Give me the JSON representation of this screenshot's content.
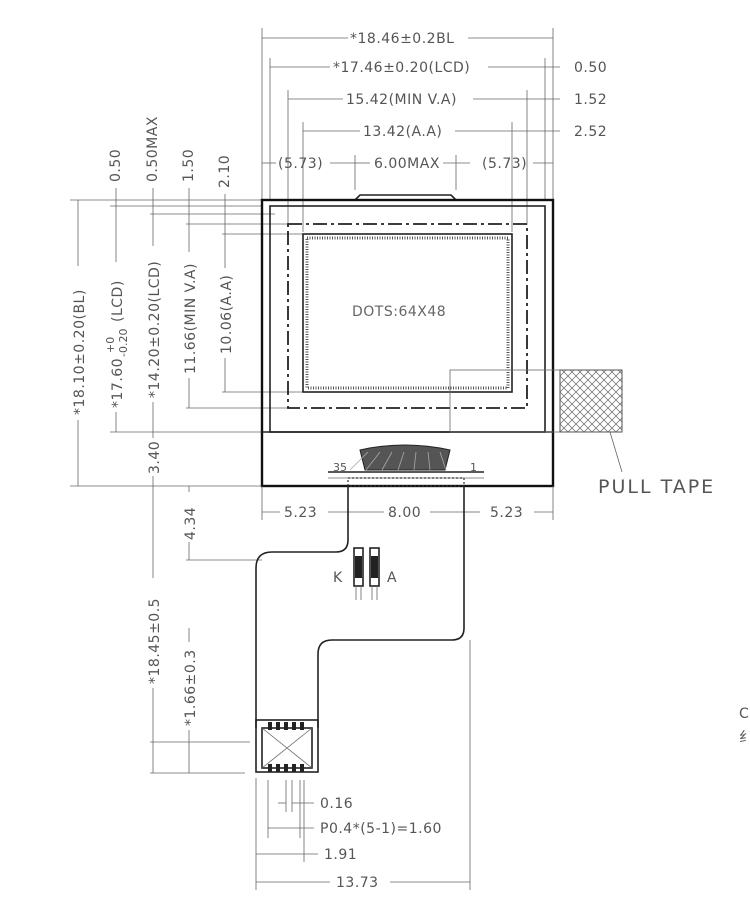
{
  "top_dims": {
    "bl_width": "*18.46±0.2BL",
    "lcd_width": "*17.46±0.20(LCD)",
    "min_va_width": "15.42(MIN V.A)",
    "aa_width": "13.42(A.A)",
    "left_margin": "(5.73)",
    "center_max": "6.00MAX",
    "right_margin": "(5.73)",
    "r_050": "0.50",
    "r_152": "1.52",
    "r_252": "2.52"
  },
  "left_vertical_dims": {
    "v_050": "0.50",
    "v_050max": "0.50MAX",
    "v_150": "1.50",
    "v_210": "2.10",
    "bl_height": "*18.10±0.20(BL)",
    "lcd_height_prefix": "*17.60",
    "lcd_tol_plus": "+0",
    "lcd_tol_minus": "-0.20",
    "lcd_height_suffix": "(LCD)",
    "min_va_height": "*14.20±0.20(LCD)",
    "va_height": "11.66(MIN V.A)",
    "aa_height": "10.06(A.A)",
    "v_340": "3.40",
    "v_434": "4.34",
    "fpc_length": "*18.45±0.5",
    "fpc_tail": "*1.66±0.3"
  },
  "display": {
    "dots_label": "DOTS:64X48",
    "pin_left": "35",
    "pin_right": "1"
  },
  "pull_tape_label": "PULL TAPE",
  "fpc_dims": {
    "left": "5.23",
    "center": "8.00",
    "right": "5.23",
    "k_label": "K",
    "a_label": "A"
  },
  "bottom_dims": {
    "pin_width": "0.16",
    "pitch": "P0.4*(5-1)=1.60",
    "span": "1.91",
    "total": "13.73"
  },
  "edge_fragments": {
    "c": "C",
    "glyph": "纟"
  }
}
